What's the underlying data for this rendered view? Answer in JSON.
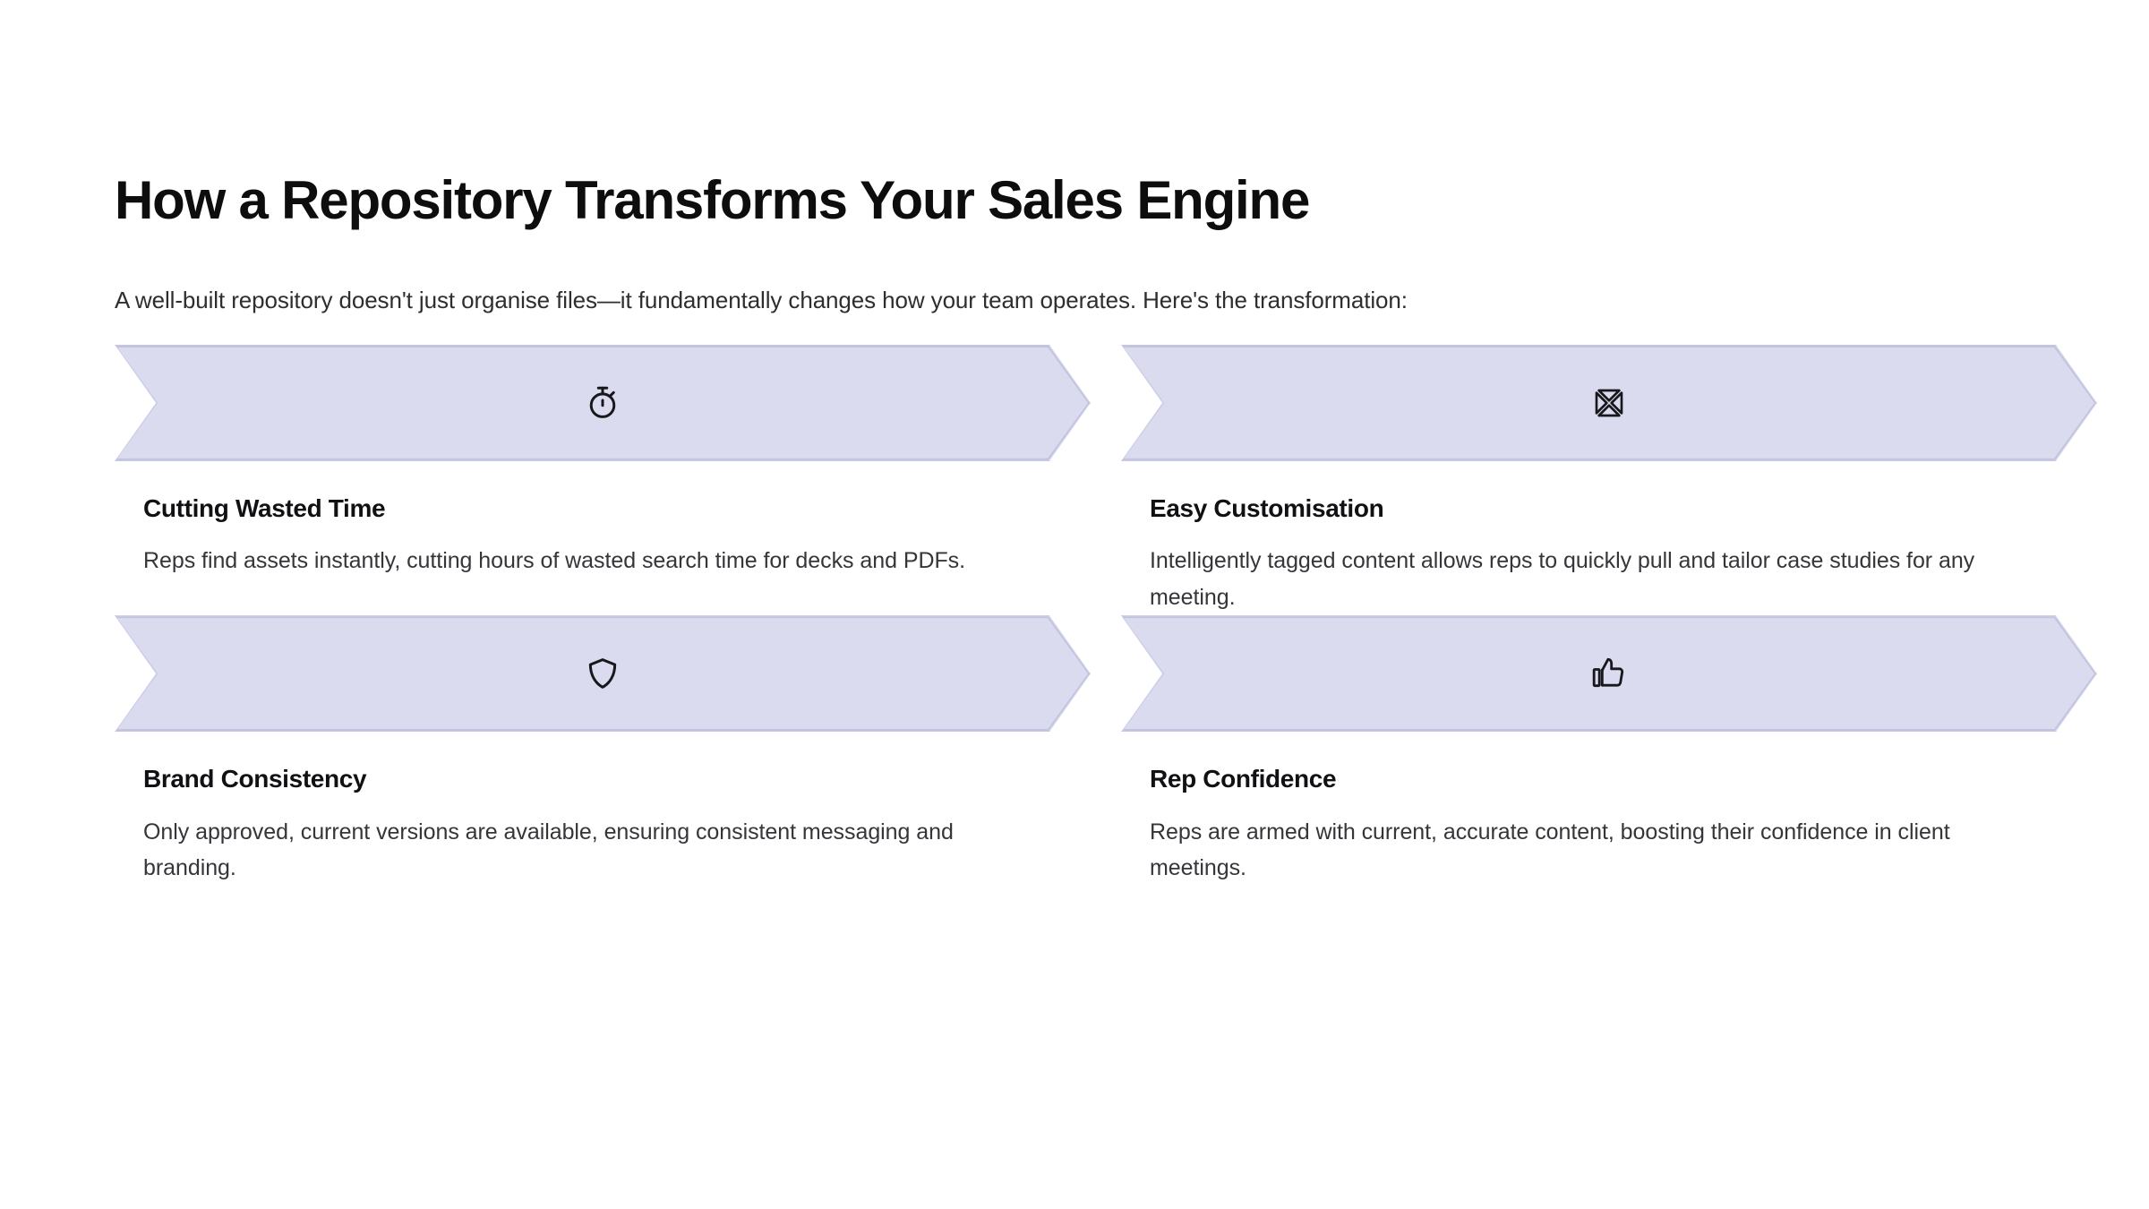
{
  "page": {
    "title": "How a Repository Transforms Your Sales Engine",
    "subtitle": "A well-built repository doesn't just organise files—it fundamentally changes how your team operates. Here's the transformation:",
    "background_color": "#FFFFFF"
  },
  "theme": {
    "chevron_fill": "#DADBEE",
    "chevron_border": "#C2C4DF",
    "title_color": "#0D0D0D",
    "body_color": "#35353A",
    "icon_color": "#17171C"
  },
  "cards": [
    {
      "icon": "stopwatch-icon",
      "title": "Cutting Wasted Time",
      "text": "Reps find assets instantly, cutting hours of wasted search time for decks and PDFs."
    },
    {
      "icon": "collapse-arrows-icon",
      "title": "Easy Customisation",
      "text": "Intelligently tagged content allows reps to quickly pull and tailor case studies for any meeting."
    },
    {
      "icon": "shield-icon",
      "title": "Brand Consistency",
      "text": "Only approved, current versions are available, ensuring consistent messaging and branding."
    },
    {
      "icon": "thumbs-up-icon",
      "title": "Rep Confidence",
      "text": "Reps are armed with current, accurate content, boosting their confidence in client meetings."
    }
  ]
}
